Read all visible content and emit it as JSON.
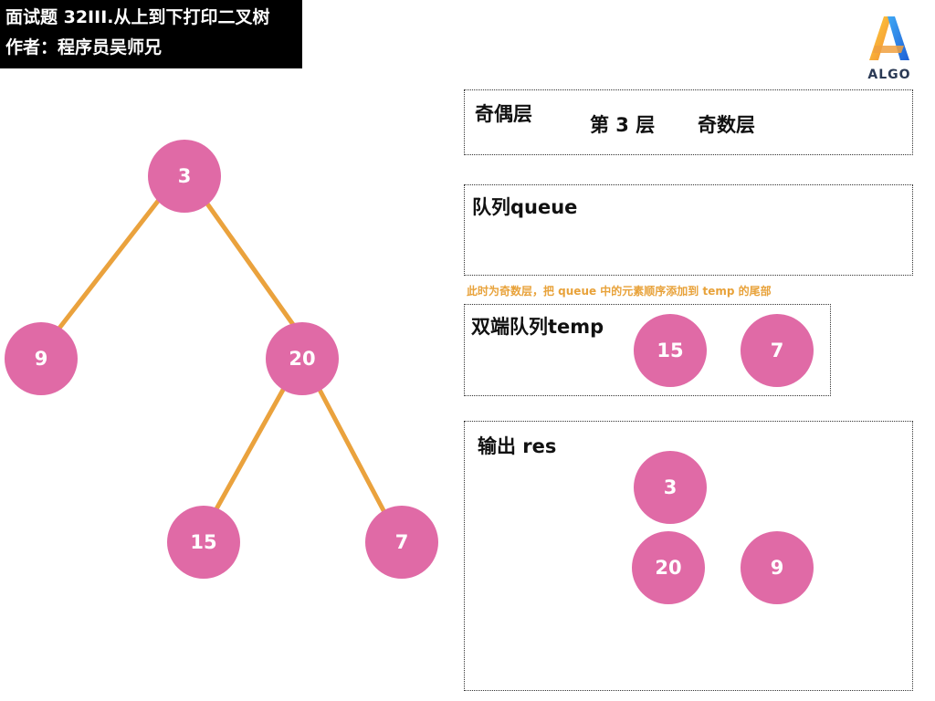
{
  "header": {
    "title": "面试题 32III.从上到下打印二叉树",
    "author": "作者：程序员吴师兄"
  },
  "logo": {
    "text": "ALGO"
  },
  "tree": {
    "root": "3",
    "left": "9",
    "right": "20",
    "right_left": "15",
    "right_right": "7",
    "edge_color": "#eaa23d",
    "node_color": "#e06aa6"
  },
  "layer_panel": {
    "label": "奇偶层",
    "level_text": "第 3 层",
    "parity_text": "奇数层"
  },
  "queue_panel": {
    "label": "队列queue",
    "items": []
  },
  "note": "此时为奇数层，把 queue 中的元素顺序添加到 temp 的尾部",
  "temp_panel": {
    "label": "双端队列temp",
    "items": [
      "15",
      "7"
    ]
  },
  "res_panel": {
    "label": "输出 res",
    "row1": [
      "3"
    ],
    "row2": [
      "20",
      "9"
    ]
  }
}
